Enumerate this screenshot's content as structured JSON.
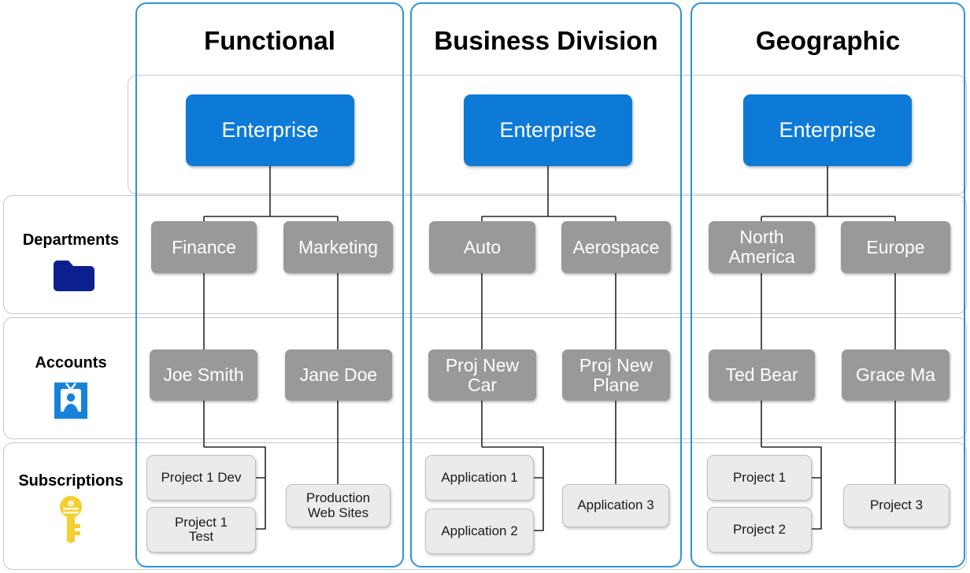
{
  "diagram": {
    "title_row": {
      "columns": [
        {
          "label": "Functional"
        },
        {
          "label": "Business Division"
        },
        {
          "label": "Geographic"
        }
      ]
    },
    "rows": [
      {
        "key": "enterprise",
        "label": "",
        "icon": ""
      },
      {
        "key": "departments",
        "label": "Departments",
        "icon": "folder-icon"
      },
      {
        "key": "accounts",
        "label": "Accounts",
        "icon": "id-badge-icon"
      },
      {
        "key": "subscriptions",
        "label": "Subscriptions",
        "icon": "key-icon"
      }
    ],
    "colors": {
      "enterprise_blue": "#0d7ad8",
      "node_gray": "#999999",
      "subscription_gray": "#ebebeb",
      "panel_border_blue": "#2e93e0",
      "band_border_gray": "#c8c8c8",
      "folder_icon_blue": "#0b1f8f",
      "badge_icon_blue": "#1683d8",
      "key_icon_yellow": "#f5cf30",
      "connector_line": "#262626"
    },
    "columns": [
      {
        "name": "functional",
        "enterprise": "Enterprise",
        "departments": [
          "Finance",
          "Marketing"
        ],
        "accounts": [
          "Joe Smith",
          "Jane Doe"
        ],
        "subscriptions": [
          {
            "group": 0,
            "label": "Project 1 Dev"
          },
          {
            "group": 0,
            "label": "Project 1\nTest"
          },
          {
            "group": 1,
            "label": "Production\nWeb Sites"
          }
        ]
      },
      {
        "name": "business-division",
        "enterprise": "Enterprise",
        "departments": [
          "Auto",
          "Aerospace"
        ],
        "accounts": [
          "Proj New\nCar",
          "Proj New\nPlane"
        ],
        "subscriptions": [
          {
            "group": 0,
            "label": "Application 1"
          },
          {
            "group": 0,
            "label": "Application 2"
          },
          {
            "group": 1,
            "label": "Application 3"
          }
        ]
      },
      {
        "name": "geographic",
        "enterprise": "Enterprise",
        "departments": [
          "North\nAmerica",
          "Europe"
        ],
        "accounts": [
          "Ted Bear",
          "Grace Ma"
        ],
        "subscriptions": [
          {
            "group": 0,
            "label": "Project 1"
          },
          {
            "group": 0,
            "label": "Project 2"
          },
          {
            "group": 1,
            "label": "Project 3"
          }
        ]
      }
    ]
  }
}
